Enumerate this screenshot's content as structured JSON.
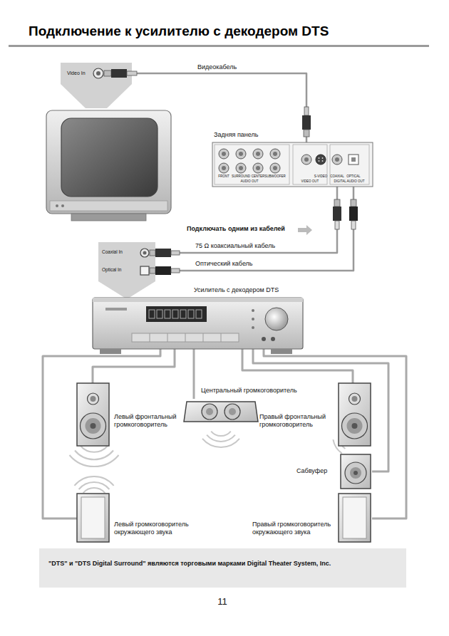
{
  "diagram": {
    "title": "Подключение к усилителю с декодером DTS",
    "nodes": [
      {
        "text": [
          "Video In"
        ]
      },
      {
        "text": [
          "Задняя панель"
        ]
      },
      {
        "text": [
          "Coaxial In",
          "Optical In"
        ]
      },
      {
        "text": [
          "Усилитель с декодером DTS"
        ]
      },
      {
        "text": [
          "Левый фронтальный громкоговоритель"
        ]
      },
      {
        "text": [
          "Центральный громкоговоритель"
        ]
      },
      {
        "text": [
          "Правый фронтальный громкоговоритель"
        ]
      },
      {
        "text": [
          "Сабвуфер"
        ]
      },
      {
        "text": [
          "Левый громкоговоритель окружающего звука"
        ]
      },
      {
        "text": [
          "Правый громкоговоритель окружающего звука"
        ]
      }
    ],
    "edges": [
      {
        "from": 1,
        "to": 0,
        "arrow": "none",
        "label": "Видеокабель"
      },
      {
        "from": 1,
        "to": 2,
        "arrow": "none",
        "label": "75 Ω коаксиальный кабель"
      },
      {
        "from": 1,
        "to": 2,
        "arrow": "none",
        "label": "Оптический кабель"
      },
      {
        "from": 3,
        "to": 4,
        "arrow": "none"
      },
      {
        "from": 3,
        "to": 5,
        "arrow": "none"
      },
      {
        "from": 3,
        "to": 6,
        "arrow": "none"
      },
      {
        "from": 3,
        "to": 7,
        "arrow": "none"
      },
      {
        "from": 3,
        "to": 8,
        "arrow": "none"
      },
      {
        "from": 3,
        "to": 9,
        "arrow": "none"
      }
    ],
    "labels": [
      "Подключать одним из кабелей",
      "FRONT",
      "SURROUND",
      "CENTER",
      "SUBWOOFER",
      "AUDIO OUT",
      "S-VIDEO",
      "VIDEO OUT",
      "COAXIAL",
      "OPTICAL",
      "DIGITAL AUDIO OUT",
      "\"DTS\" и \"DTS Digital Surround\" являются торговыми марками Digital Theater System, Inc.",
      "11"
    ]
  }
}
